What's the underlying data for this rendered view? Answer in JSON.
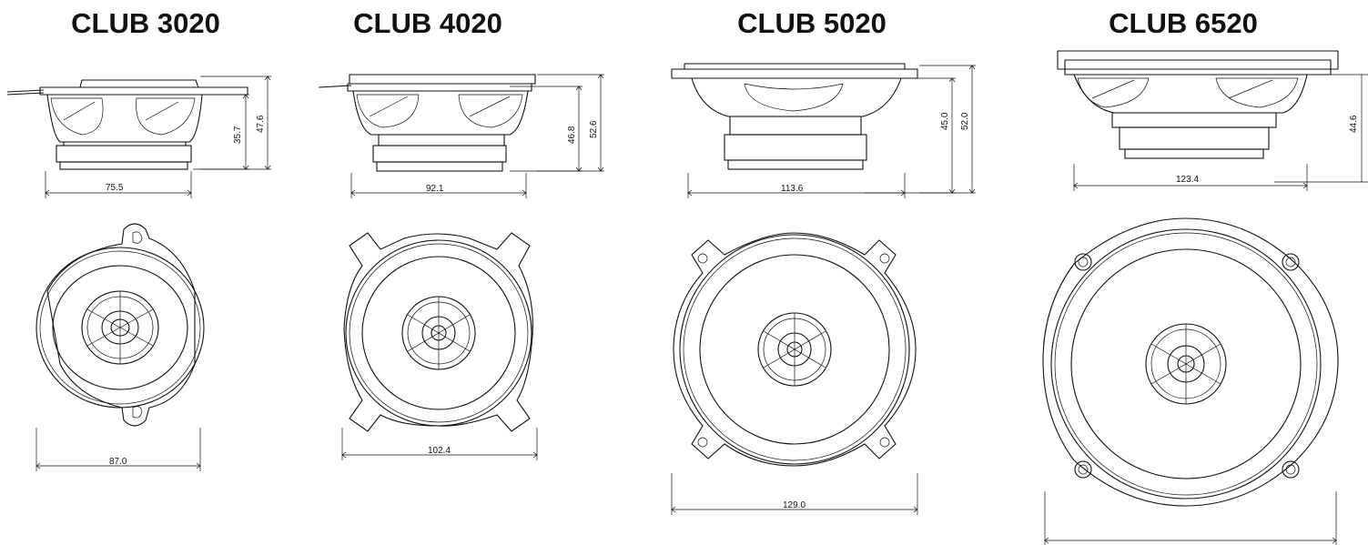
{
  "models": [
    {
      "name": "CLUB 3020",
      "side_dims": {
        "inner_height": "35.7",
        "outer_height": "47.6",
        "width": "75.5"
      },
      "front_dims": {
        "width": "87.0"
      }
    },
    {
      "name": "CLUB 4020",
      "side_dims": {
        "inner_height": "46.8",
        "outer_height": "52.6",
        "width": "92.1"
      },
      "front_dims": {
        "width": "102.4"
      }
    },
    {
      "name": "CLUB 5020",
      "side_dims": {
        "inner_height": "45.0",
        "outer_height": "52.0",
        "width": "113.6"
      },
      "front_dims": {
        "width": "129.0"
      }
    },
    {
      "name": "CLUB 6520",
      "side_dims": {
        "inner_height": "44.6",
        "width": "123.4"
      },
      "front_dims": {
        "width": ""
      }
    }
  ]
}
